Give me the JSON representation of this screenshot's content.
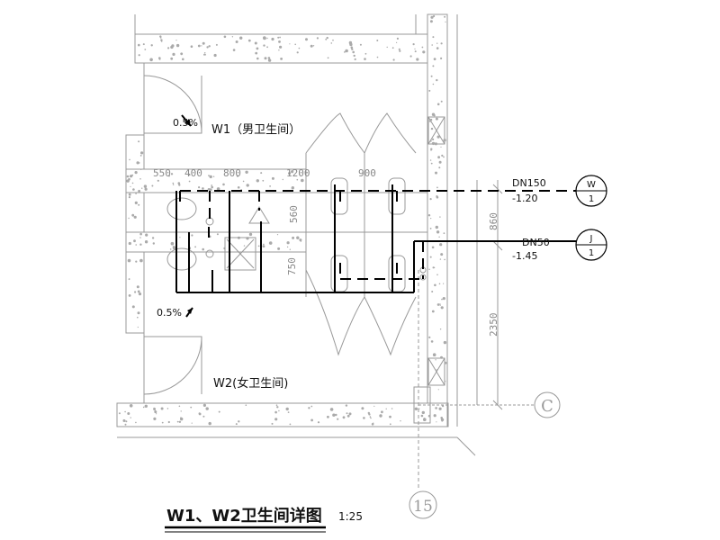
{
  "title": {
    "main": "W1、W2卫生间详图",
    "scale": "1:25"
  },
  "rooms": {
    "w1": "W1（男卫生间）",
    "w2": "W2(女卫生间)"
  },
  "slopes": {
    "top": "0.5%",
    "bottom": "0.5%"
  },
  "dimensions": {
    "horizontal": [
      "550",
      "400",
      "800",
      "1200",
      "900"
    ],
    "vertical_left": [
      "560",
      "750"
    ],
    "vertical_right": [
      "860",
      "2350"
    ]
  },
  "pipes": [
    {
      "size": "DN150",
      "elevation": "-1.20",
      "tag_letter": "W",
      "tag_number": "1"
    },
    {
      "size": "DN50",
      "elevation": "-1.45",
      "tag_letter": "J",
      "tag_number": "1"
    }
  ],
  "axes": {
    "row": "C",
    "column": "15"
  },
  "colors": {
    "line": "#000000",
    "wall_outline": "#999999",
    "hatch": "#aaaaaa"
  }
}
